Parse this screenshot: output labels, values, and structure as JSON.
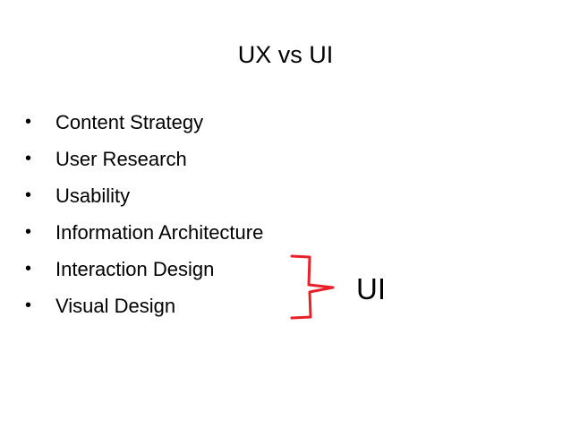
{
  "slide": {
    "title": "UX vs UI",
    "bullets": [
      "Content Strategy",
      "User Research",
      "Usability",
      "Information Architecture",
      "Interaction Design",
      "Visual Design"
    ],
    "bullet_glyph": "•",
    "bracket_label": "UI",
    "bracket_color": "#e8202a"
  }
}
